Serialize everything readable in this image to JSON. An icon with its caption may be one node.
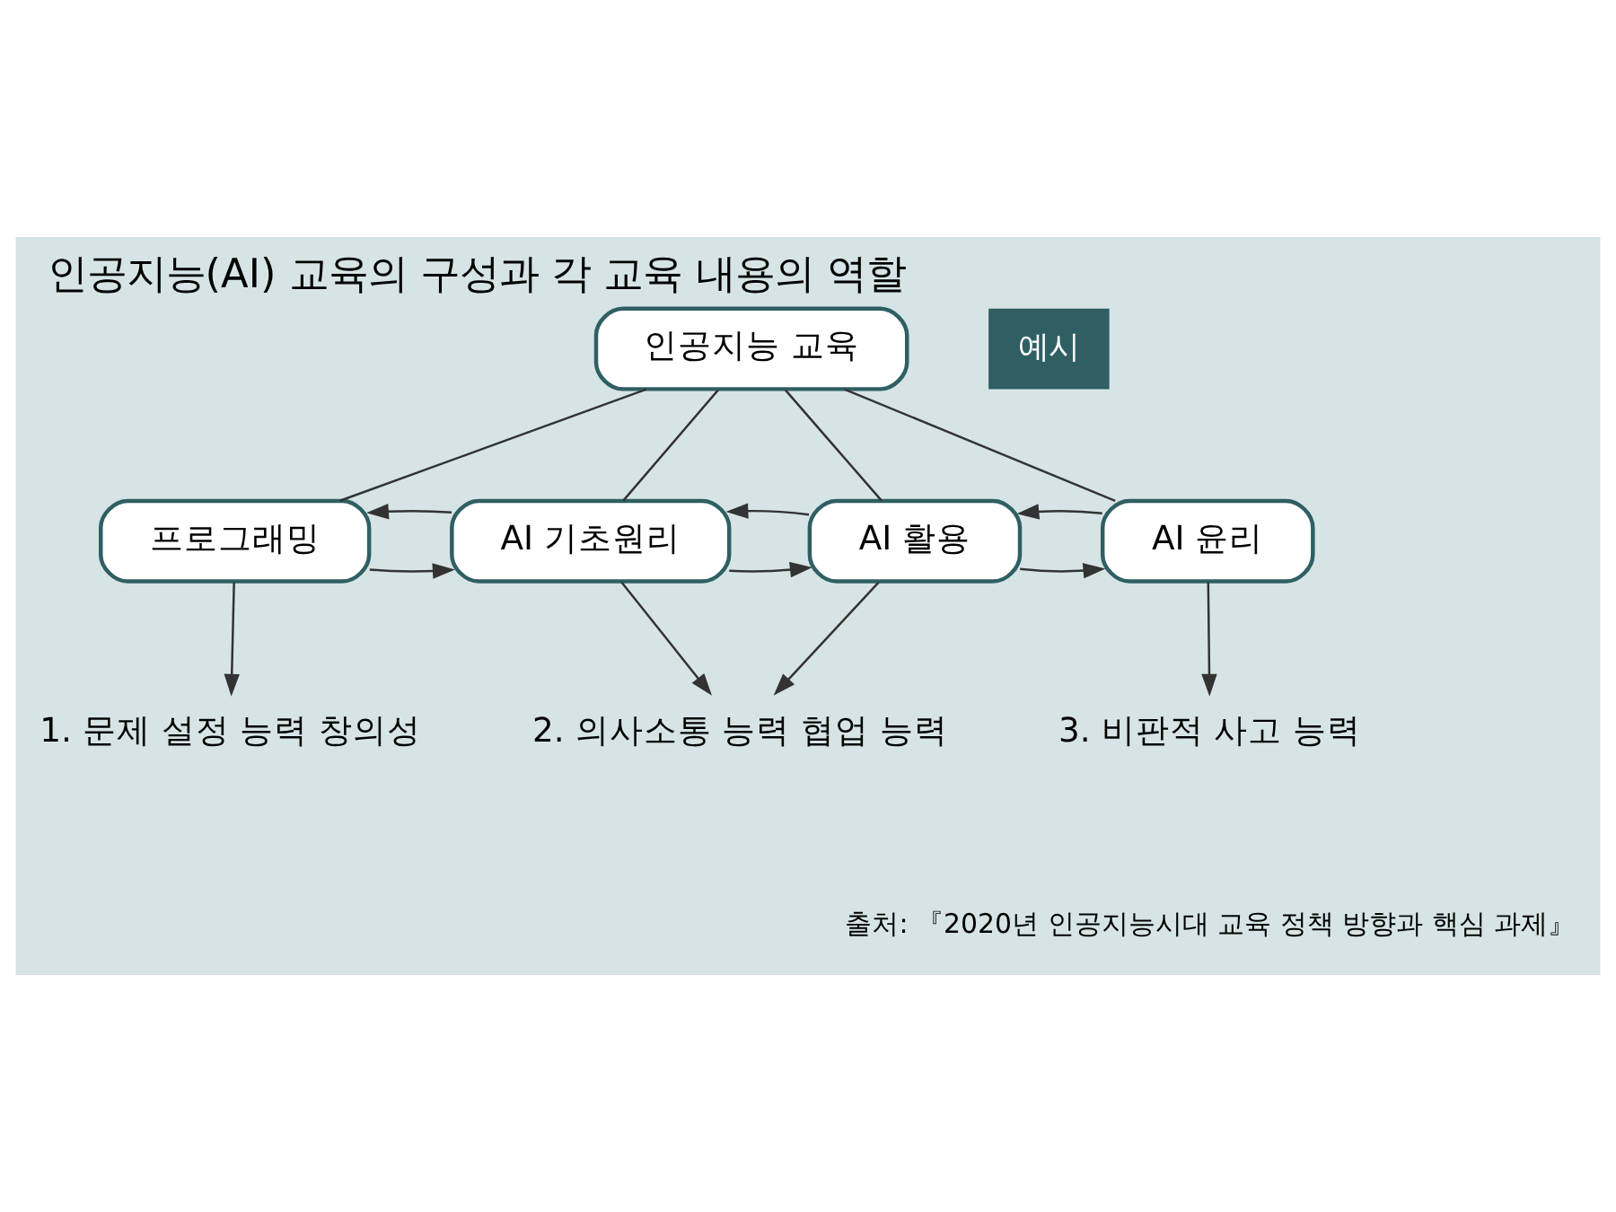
{
  "diagram": {
    "title": "인공지능(AI) 교육의 구성과 각 교육 내용의 역할",
    "nodes": [
      {
        "text": [
          "인공지능 교육"
        ]
      },
      {
        "text": [
          "프로그래밍"
        ]
      },
      {
        "text": [
          "AI 기초원리"
        ]
      },
      {
        "text": [
          "AI 활용"
        ]
      },
      {
        "text": [
          "AI 윤리"
        ]
      },
      {
        "text": [
          "1. 문제 설정 능력 창의성"
        ]
      },
      {
        "text": [
          "2. 의사소통 능력 협업 능력"
        ]
      },
      {
        "text": [
          "3. 비판적 사고 능력"
        ]
      }
    ],
    "edges": [
      {
        "from": 0,
        "to": 1,
        "arrow": "none"
      },
      {
        "from": 0,
        "to": 2,
        "arrow": "none"
      },
      {
        "from": 0,
        "to": 3,
        "arrow": "none"
      },
      {
        "from": 0,
        "to": 4,
        "arrow": "none"
      },
      {
        "from": 1,
        "to": 2,
        "arrow": "to"
      },
      {
        "from": 2,
        "to": 1,
        "arrow": "to"
      },
      {
        "from": 2,
        "to": 3,
        "arrow": "to"
      },
      {
        "from": 3,
        "to": 2,
        "arrow": "to"
      },
      {
        "from": 3,
        "to": 4,
        "arrow": "to"
      },
      {
        "from": 4,
        "to": 3,
        "arrow": "to"
      },
      {
        "from": 1,
        "to": 5,
        "arrow": "to"
      },
      {
        "from": 2,
        "to": 6,
        "arrow": "to"
      },
      {
        "from": 3,
        "to": 6,
        "arrow": "to"
      },
      {
        "from": 4,
        "to": 7,
        "arrow": "to"
      }
    ],
    "labels": [
      "예시",
      "출처: 『2020년 인공지능시대 교육 정책 방향과 핵심 과제』"
    ]
  }
}
